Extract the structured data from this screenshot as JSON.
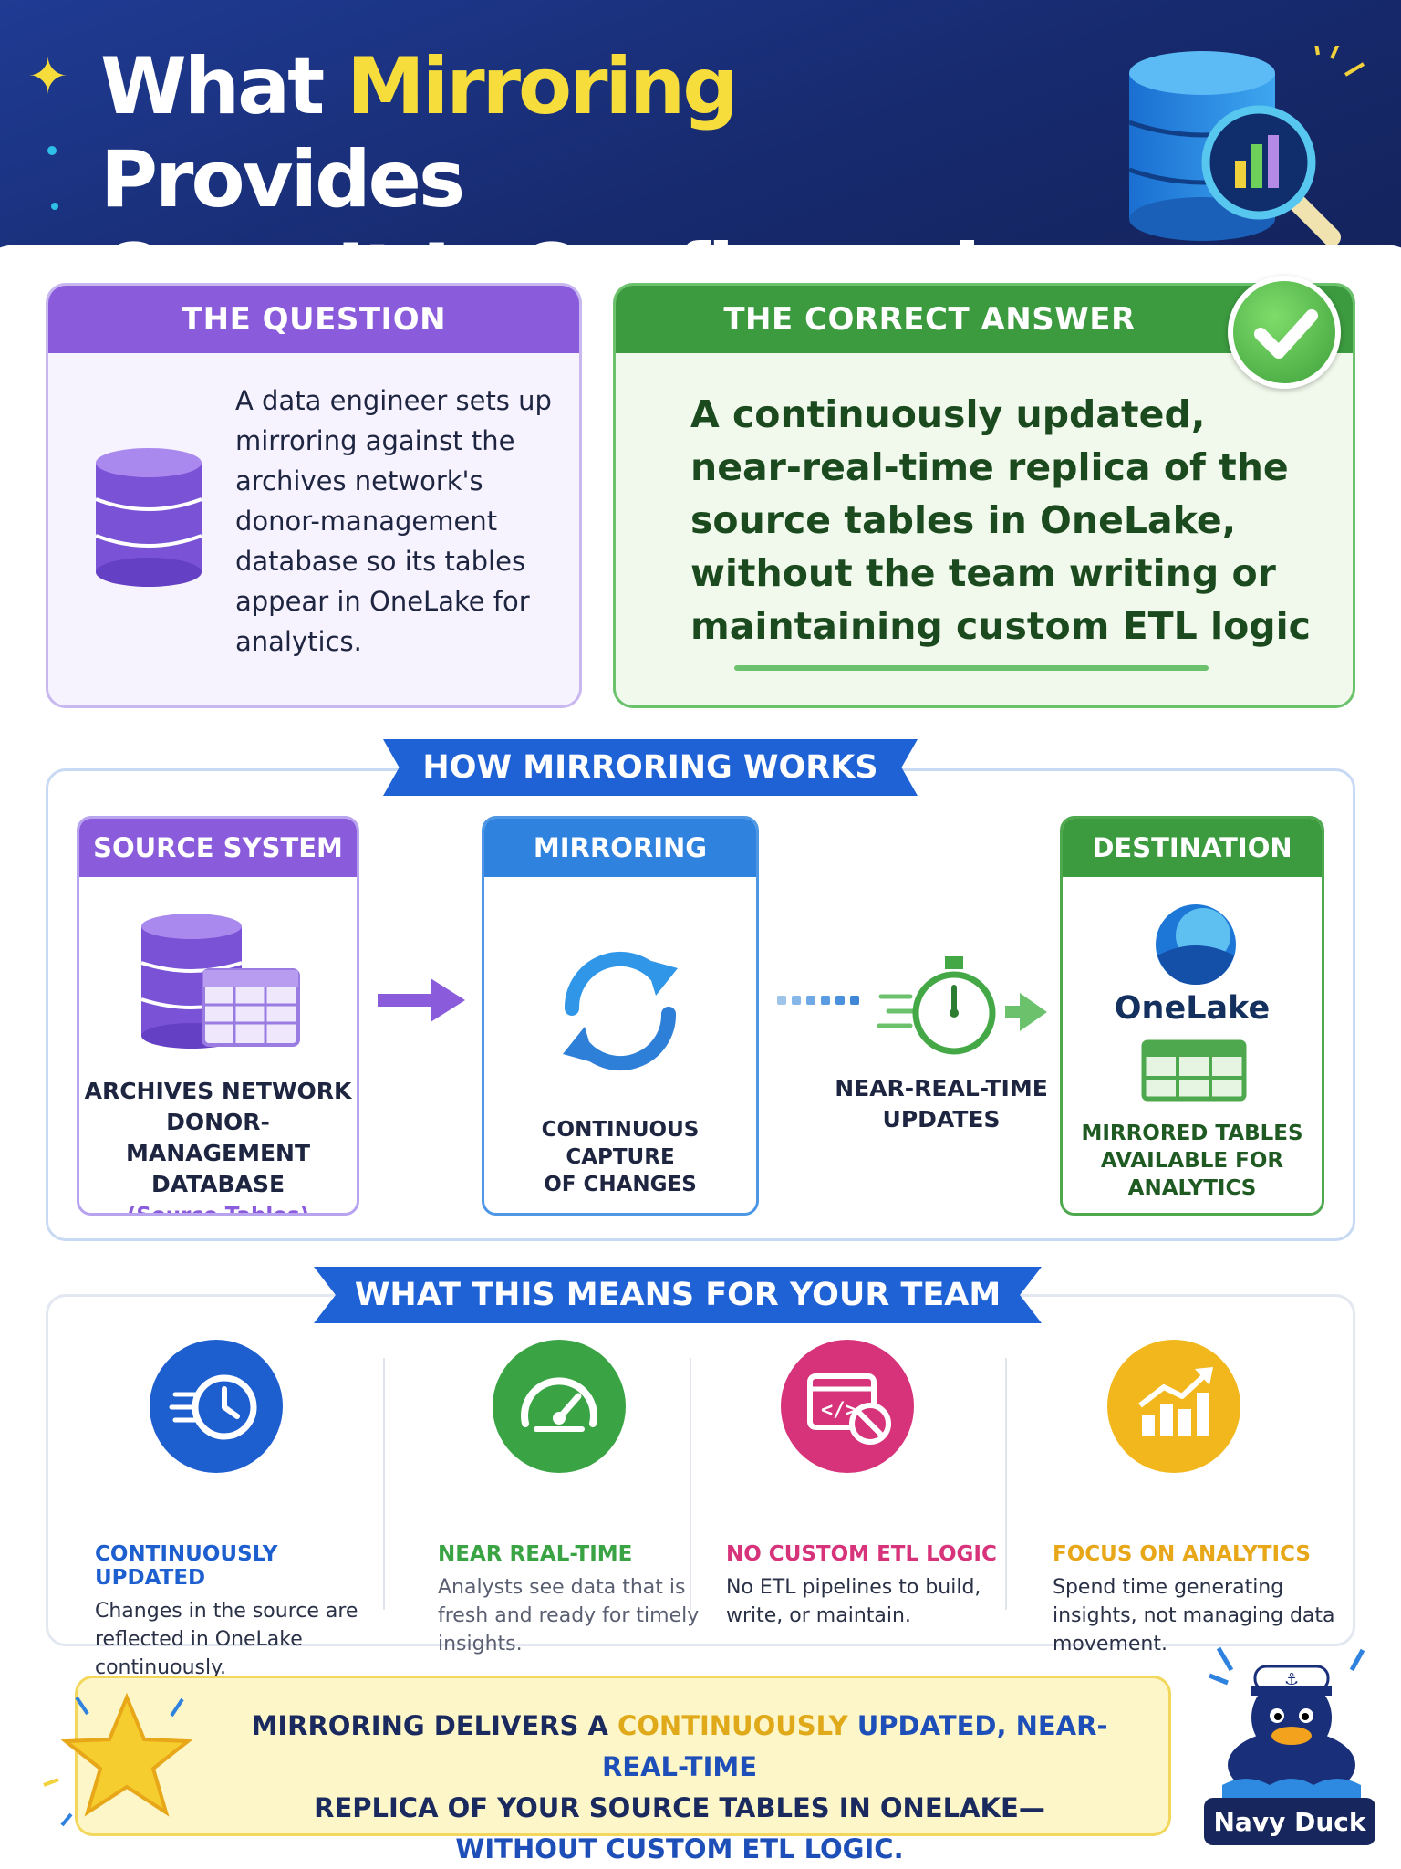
{
  "header": {
    "title_part1": "What ",
    "title_highlight": "Mirroring",
    "title_part2": " Provides",
    "title_line2": "Once It Is Configured"
  },
  "question": {
    "heading": "THE QUESTION",
    "text": "A data engineer sets up mirroring against the archives network's donor-management database so its tables appear in OneLake for analytics."
  },
  "answer": {
    "heading": "THE CORRECT ANSWER",
    "text": "A continuously updated, near-real-time replica of the source tables in OneLake, without the team writing or maintaining custom ETL logic"
  },
  "how_it_works": {
    "heading": "HOW MIRRORING WORKS",
    "source": {
      "heading": "SOURCE SYSTEM",
      "line1": "ARCHIVES NETWORK",
      "line2": "DONOR-MANAGEMENT",
      "line3": "DATABASE",
      "subtitle": "(Source Tables)"
    },
    "mirroring": {
      "heading": "MIRRORING",
      "line1": "CONTINUOUS CAPTURE",
      "line2": "OF CHANGES"
    },
    "transfer": {
      "line1": "NEAR-REAL-TIME",
      "line2": "UPDATES"
    },
    "destination": {
      "heading": "DESTINATION",
      "brand": "OneLake",
      "line1": "MIRRORED TABLES",
      "line2": "AVAILABLE FOR",
      "line3": "ANALYTICS"
    }
  },
  "team": {
    "heading": "WHAT THIS MEANS FOR YOUR TEAM",
    "benefits": [
      {
        "title": "CONTINUOUSLY UPDATED",
        "desc": "Changes in the source are reflected in OneLake continuously.",
        "color": "#1e5fd0",
        "icon": "clock-icon"
      },
      {
        "title": "NEAR REAL-TIME",
        "desc": "Analysts see data that is fresh and ready for timely insights.",
        "color": "#3aa444",
        "icon": "speedometer-icon"
      },
      {
        "title": "NO CUSTOM ETL LOGIC",
        "desc": "No ETL pipelines to build, write, or maintain.",
        "color": "#d6337a",
        "icon": "no-code-icon"
      },
      {
        "title": "FOCUS ON ANALYTICS",
        "desc": "Spend time generating insights, not managing data movement.",
        "color": "#e7a718",
        "icon": "growth-chart-icon"
      }
    ]
  },
  "summary": {
    "part1": "MIRRORING DELIVERS A ",
    "gold": "CONTINUOUSLY",
    "part2": " UPDATED, NEAR-REAL-TIME",
    "line2": "REPLICA OF YOUR SOURCE TABLES IN ONELAKE—",
    "line3": "WITHOUT CUSTOM ETL LOGIC."
  },
  "mascot": {
    "label": "Navy Duck"
  }
}
